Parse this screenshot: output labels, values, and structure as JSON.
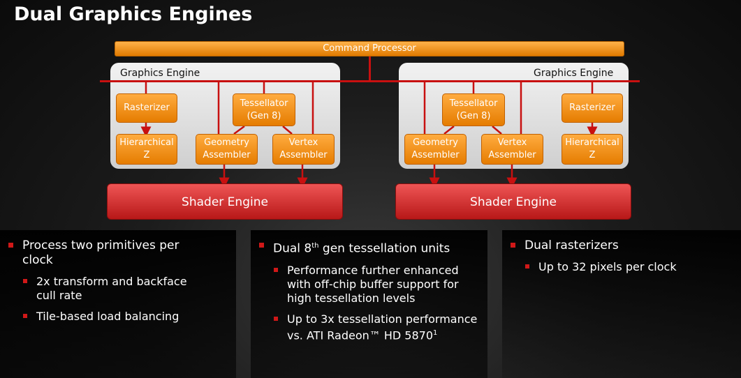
{
  "title": "Dual Graphics Engines",
  "command_processor": "Command Processor",
  "engines": [
    {
      "label": "Graphics Engine",
      "units": {
        "rasterizer": "Rasterizer",
        "hierarchical_z": "Hierarchical\nZ",
        "tessellator": "Tessellator\n(Gen 8)",
        "geometry_assembler": "Geometry\nAssembler",
        "vertex_assembler": "Vertex\nAssembler"
      },
      "shader": "Shader Engine"
    },
    {
      "label": "Graphics Engine",
      "units": {
        "tessellator": "Tessellator\n(Gen 8)",
        "rasterizer": "Rasterizer",
        "geometry_assembler": "Geometry\nAssembler",
        "vertex_assembler": "Vertex\nAssembler",
        "hierarchical_z": "Hierarchical\nZ"
      },
      "shader": "Shader Engine"
    }
  ],
  "panels": [
    {
      "heading": "Process two primitives per clock",
      "items": [
        "2x transform and backface cull rate",
        "Tile-based load balancing"
      ]
    },
    {
      "heading_pre": "Dual 8",
      "heading_sup": "th",
      "heading_post": " gen tessellation units",
      "items": [
        "Performance further enhanced with off-chip buffer support for high tessellation levels"
      ],
      "item2_text": "Up to 3x tessellation performance vs. ATI Radeon™ HD 5870",
      "item2_sup": "1"
    },
    {
      "heading": "Dual rasterizers",
      "items": [
        "Up to 32 pixels per clock"
      ]
    }
  ],
  "colors": {
    "bus_red": "#c81010",
    "unit_orange": "#f08c10",
    "shader_red": "#d43030",
    "bullet_red": "#d01818"
  }
}
